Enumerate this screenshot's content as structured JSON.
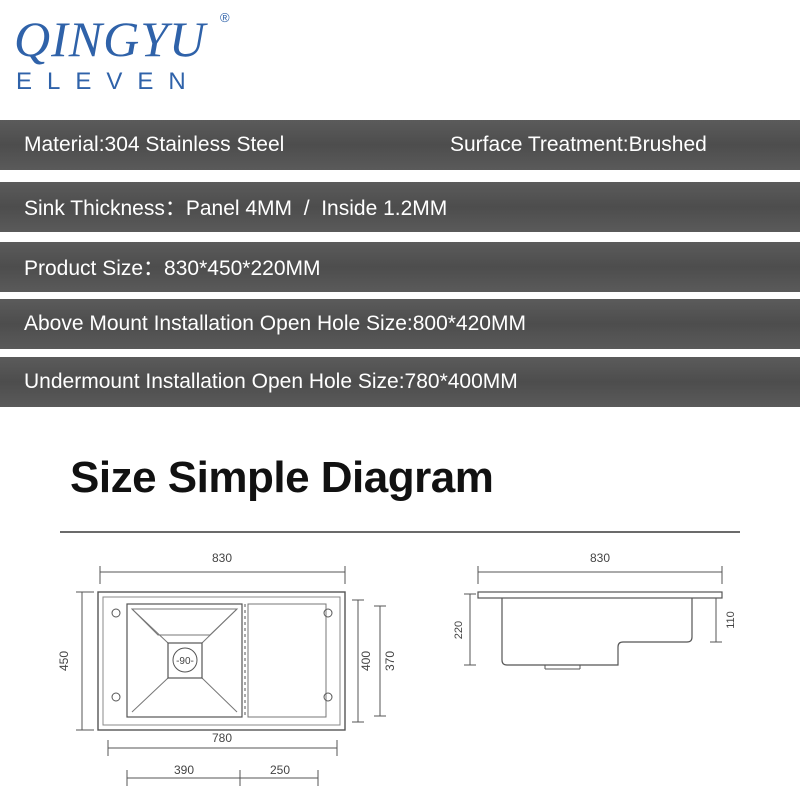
{
  "brand": {
    "name": "QINGYU",
    "registered": "®",
    "sub": "ELEVEN",
    "color": "#2f62a9"
  },
  "specs": [
    {
      "left": "Material:304 Stainless Steel",
      "right": "Surface Treatment:Brushed"
    },
    {
      "left": "Sink Thickness：Panel 4MM  /  Inside 1.2MM",
      "right": ""
    },
    {
      "left": "Product Size：830*450*220MM",
      "right": ""
    },
    {
      "left": "Above Mount Installation Open Hole Size:800*420MM",
      "right": ""
    },
    {
      "left": "Undermount Installation Open Hole Size:780*400MM",
      "right": ""
    }
  ],
  "diagram": {
    "title": "Size Simple Diagram",
    "top_view": {
      "width": "830",
      "height": "450",
      "inner_height": "400",
      "bowl_height": "370",
      "inner_width": "780",
      "bowl_width": "390",
      "drainboard_width": "250",
      "drain_label": "-90-"
    },
    "side_view": {
      "width": "830",
      "depth": "220",
      "shallow_depth": "110"
    }
  }
}
